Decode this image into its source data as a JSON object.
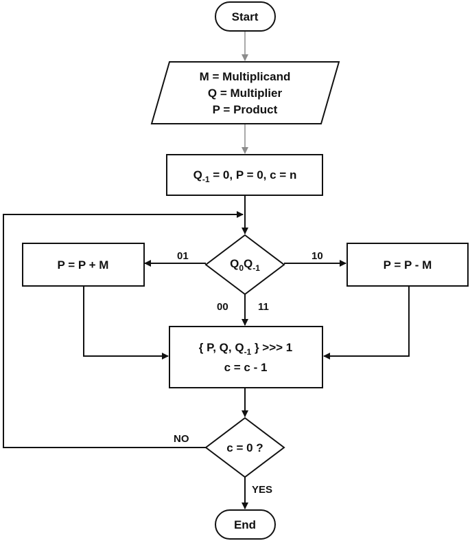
{
  "nodes": {
    "start": "Start",
    "input": [
      "M = Multiplicand",
      "Q = Multiplier",
      "P = Product"
    ],
    "init": {
      "q": "Q",
      "sub": "-1",
      "rest": " = 0, P = 0, c = n"
    },
    "decision": {
      "q1": "Q",
      "s1": "0",
      "q2": "Q",
      "s2": "-1"
    },
    "add": "P = P + M",
    "sub": "P = P - M",
    "shift": {
      "a": "{ P, Q, Q",
      "sub": "-1",
      "b": " } >>> 1",
      "line2": "c = c - 1"
    },
    "check": "c = 0 ?",
    "end": "End"
  },
  "edges": {
    "e01": "01",
    "e10": "10",
    "e00": "00",
    "e11": "11",
    "no": "NO",
    "yes": "YES"
  },
  "colors": {
    "stroke": "#111111",
    "entry_arrow": "#8c8c8c",
    "fill": "#ffffff"
  }
}
